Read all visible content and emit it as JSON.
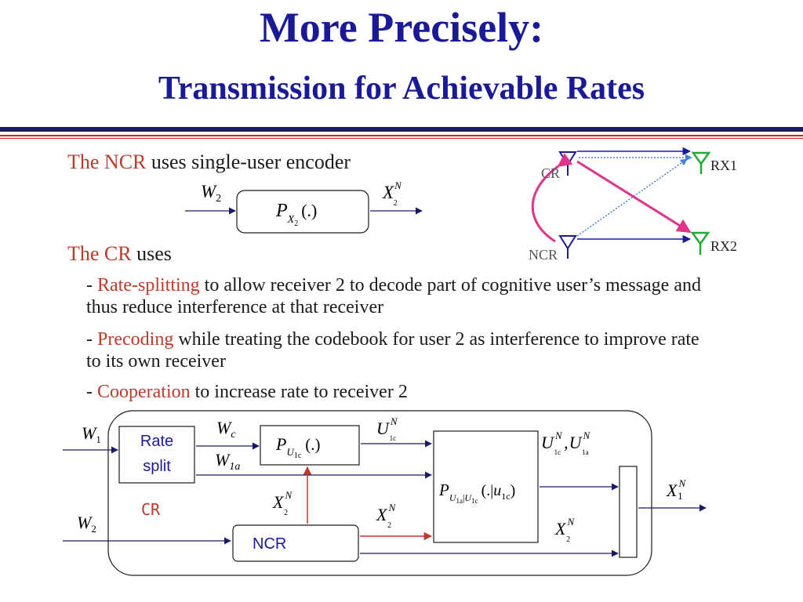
{
  "title": {
    "main": "More Precisely:",
    "subtitle": "Transmission for Achievable Rates"
  },
  "ncr_section": {
    "prefix": "The NCR",
    "rest": " uses single-user encoder"
  },
  "cr_section": {
    "prefix": "The CR",
    "rest": " uses"
  },
  "bullets": [
    {
      "dash": "- ",
      "term": "Rate-splitting",
      "text": " to allow receiver 2 to decode part of cognitive user’s message and thus reduce interference at that receiver"
    },
    {
      "dash": "- ",
      "term": "Precoding",
      "text": " while treating the codebook for user 2 as interference to improve rate to its own receiver"
    },
    {
      "dash": "- ",
      "term": "Cooperation",
      "text": " to increase rate to receiver 2"
    }
  ],
  "channel_diagram": {
    "cr_label": "CR",
    "ncr_label": "NCR",
    "rx1_label": "RX1",
    "rx2_label": "RX2",
    "colors": {
      "direct": "#1a1a99",
      "cross": "#4a7fd6",
      "interference": "#e0338a",
      "antenna_tx": "#1a1a99",
      "antenna_rx": "#22aa33"
    }
  },
  "ncr_encoder": {
    "input": {
      "base": "W",
      "sub": "2"
    },
    "block": {
      "base": "P",
      "sub": "X",
      "subsub": "2",
      "arg": "(.)"
    },
    "output": {
      "base": "X",
      "sub": "2",
      "sup": "N"
    }
  },
  "main_diagram": {
    "w1": {
      "base": "W",
      "sub": "1"
    },
    "w2": {
      "base": "W",
      "sub": "2"
    },
    "rate_split": [
      "Rate",
      "split"
    ],
    "cr_label": "CR",
    "ncr_label": "NCR",
    "wc": {
      "base": "W",
      "sub": "c"
    },
    "w1a": {
      "base": "W",
      "sub": "1a"
    },
    "pu1c": {
      "base": "P",
      "sub": "U",
      "subsub": "1c",
      "arg": "(.)"
    },
    "u1c": {
      "base": "U",
      "sub": "1c",
      "sup": "N"
    },
    "x2_up": {
      "base": "X",
      "sub": "2",
      "sup": "N"
    },
    "x2_mid": {
      "base": "X",
      "sub": "2",
      "sup": "N"
    },
    "x2_low": {
      "base": "X",
      "sub": "2",
      "sup": "N"
    },
    "joint": {
      "base": "P",
      "sub": "U",
      "subsub_a": "1a",
      "bar": "|",
      "sub2": "U",
      "subsub_b": "1c",
      "arg_open": "(.|",
      "arg_u": "u",
      "arg_sub": "1c",
      "arg_close": ")"
    },
    "pair": {
      "u1": "U",
      "u1_sub": "1c",
      "sep": ",",
      "u2": "U",
      "u2_sub": "1a",
      "sup": "N"
    },
    "x1": {
      "base": "X",
      "sub": "1",
      "sup": "N"
    },
    "colors": {
      "cr_text": "#c0392b",
      "ncr_text": "#1a1a99",
      "cooperation_arrow": "#c0392b"
    }
  }
}
